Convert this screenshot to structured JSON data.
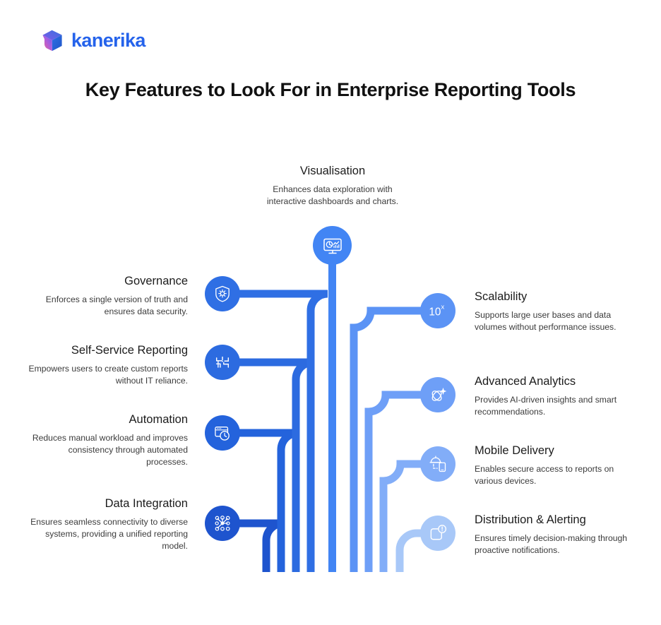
{
  "brand": {
    "name": "kanerika",
    "logo_icon": "cube-logo-icon",
    "wordmark_color": "#2563eb"
  },
  "header": {
    "title": "Key Features to Look For in Enterprise Reporting Tools"
  },
  "diagram": {
    "type": "root-tree-infographic",
    "top_node": {
      "id": "visualisation",
      "title": "Visualisation",
      "desc": "Enhances data exploration with interactive dashboards and charts.",
      "icon": "dashboard-monitor-icon",
      "color": "#4285F4",
      "align": "center"
    },
    "left_nodes": [
      {
        "id": "governance",
        "title": "Governance",
        "desc": "Enforces a single version of truth and ensures data security.",
        "icon": "shield-gear-icon",
        "color": "#2F6FE4",
        "align": "right"
      },
      {
        "id": "self-service-reporting",
        "title": "Self-Service Reporting",
        "desc": "Empowers users to create custom reports without IT reliance.",
        "icon": "desk-workstation-icon",
        "color": "#2C6BE0",
        "align": "right"
      },
      {
        "id": "automation",
        "title": "Automation",
        "desc": "Reduces manual workload and improves consistency through automated processes.",
        "icon": "window-clock-icon",
        "color": "#2463DC",
        "align": "right"
      },
      {
        "id": "data-integration",
        "title": "Data Integration",
        "desc": "Ensures seamless connectivity to diverse systems, providing a unified reporting model.",
        "icon": "node-network-icon",
        "color": "#1E54CE",
        "align": "right"
      }
    ],
    "right_nodes": [
      {
        "id": "scalability",
        "title": "Scalability",
        "desc": "Supports large user bases and data volumes without performance issues.",
        "icon": "ten-to-the-x-icon",
        "icon_text": "10",
        "icon_exponent": "x",
        "color": "#5B93F5",
        "align": "left"
      },
      {
        "id": "advanced-analytics",
        "title": "Advanced Analytics",
        "desc": "Provides AI-driven insights and smart recommendations.",
        "icon": "atom-sparkle-ai-icon",
        "color": "#6E9FF7",
        "align": "left"
      },
      {
        "id": "mobile-delivery",
        "title": "Mobile Delivery",
        "desc": "Enables secure access to reports on various devices.",
        "icon": "mobile-delivery-icon",
        "color": "#82ADF8",
        "align": "left"
      },
      {
        "id": "distribution-alerting",
        "title": "Distribution & Alerting",
        "desc": "Ensures timely decision-making through proactive notifications.",
        "icon": "alert-card-icon",
        "color": "#A8C8F8",
        "align": "left"
      }
    ],
    "wire_colors": [
      "#1E54CE",
      "#2463DC",
      "#2C6BE0",
      "#2F6FE4",
      "#4285F4",
      "#5B93F5",
      "#6E9FF7",
      "#82ADF8",
      "#A8C8F8"
    ]
  }
}
